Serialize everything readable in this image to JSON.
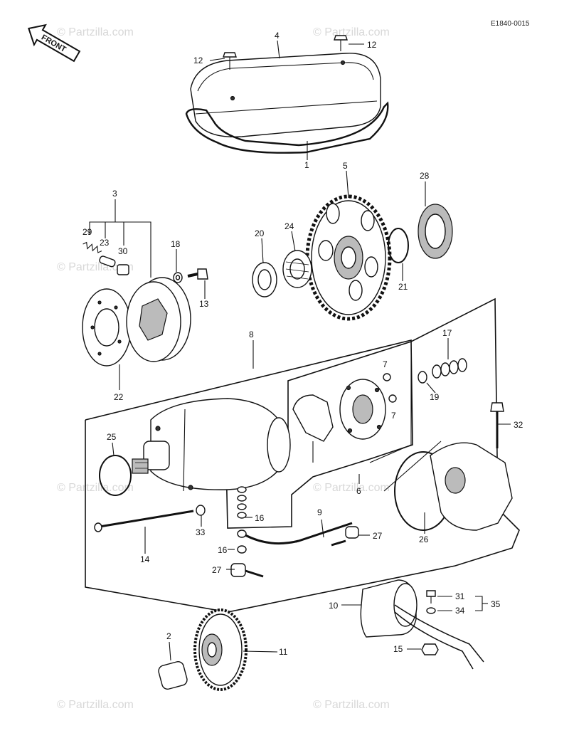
{
  "diagram": {
    "code": "E1840-0015",
    "front_label": "FRONT",
    "watermark": "© Partzilla.com",
    "callouts": {
      "c1": "1",
      "c2": "2",
      "c3": "3",
      "c4": "4",
      "c5": "5",
      "c6": "6",
      "c7a": "7",
      "c7b": "7",
      "c8": "8",
      "c9": "9",
      "c10": "10",
      "c11": "11",
      "c12a": "12",
      "c12b": "12",
      "c13": "13",
      "c14": "14",
      "c15": "15",
      "c16a": "16",
      "c16b": "16",
      "c17": "17",
      "c18": "18",
      "c19": "19",
      "c20": "20",
      "c21": "21",
      "c22": "22",
      "c23": "23",
      "c24": "24",
      "c25": "25",
      "c26": "26",
      "c27a": "27",
      "c27b": "27",
      "c28": "28",
      "c29": "29",
      "c30": "30",
      "c31": "31",
      "c32": "32",
      "c33": "33",
      "c34": "34",
      "c35": "35"
    }
  }
}
